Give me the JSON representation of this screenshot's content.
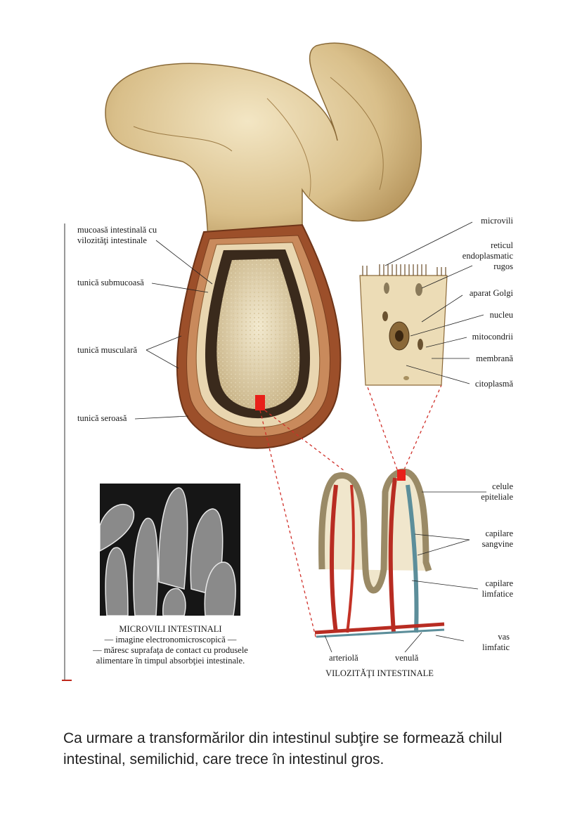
{
  "labels": {
    "mucosa": "mucoasă intestinală cu\nvilozităţi intestinale",
    "submucosa": "tunică submucoasă",
    "muscularis": "tunică musculară",
    "serosa": "tunică seroasă",
    "microvili": "microvili",
    "reticul": "reticul\nendoplasmatic\nrugos",
    "golgi": "aparat Golgi",
    "nucleu": "nucleu",
    "mitocondrii": "mitocondrii",
    "membrana": "membrană",
    "citoplasma": "citoplasmă",
    "celule": "celule\nepiteliale",
    "capilare_sangvine": "capilare\nsangvine",
    "capilare_limfatice": "capilare\nlimfatice",
    "vas_limfatic": "vas\nlimfatic",
    "arteriola": "arteriolă",
    "venula": "venulă"
  },
  "photo_caption": {
    "title": "MICROVILI INTESTINALI",
    "line1": "— imagine electronomicroscopică —",
    "line2": "— măresc suprafaţa de contact cu produsele",
    "line3": "alimentare în timpul absorbţiei intestinale."
  },
  "villi_caption": "VILOZITĂŢI INTESTINALE",
  "body_text": "Ca urmare a transformărilor din intestinul subţire se formează chilul intestinal, semilichid, care trece în intestinul gros."
}
